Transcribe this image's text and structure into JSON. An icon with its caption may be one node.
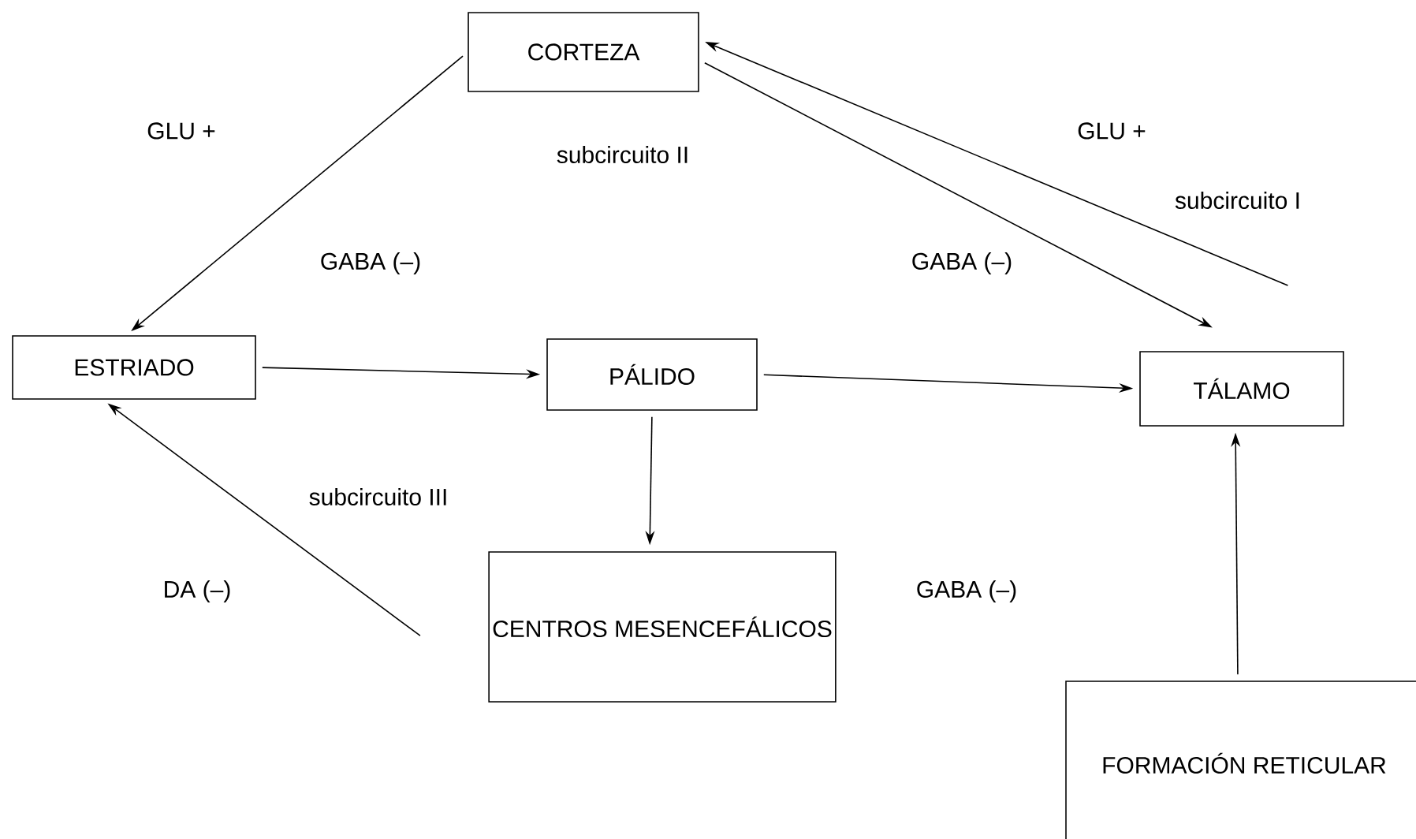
{
  "diagram": {
    "nodes": [
      {
        "text": [
          "CORTEZA"
        ]
      },
      {
        "text": [
          "ESTRIADO"
        ]
      },
      {
        "text": [
          "PÁLIDO"
        ]
      },
      {
        "text": [
          "TÁLAMO"
        ]
      },
      {
        "text": [
          "CENTROS MESENCEFÁLICOS"
        ]
      },
      {
        "text": [
          "FORMACIÓN RETICULAR"
        ]
      }
    ],
    "edges": [
      {
        "from": 0,
        "to": 1,
        "arrow": "to"
      },
      {
        "from": 3,
        "to": 0,
        "arrow": "to"
      },
      {
        "from": 0,
        "to": 3,
        "arrow": "to"
      },
      {
        "from": 1,
        "to": 2,
        "arrow": "to"
      },
      {
        "from": 2,
        "to": 3,
        "arrow": "to"
      },
      {
        "from": 2,
        "to": 4,
        "arrow": "to"
      },
      {
        "from": 4,
        "to": 1,
        "arrow": "to"
      },
      {
        "from": 5,
        "to": 3,
        "arrow": "to"
      }
    ],
    "labels": [
      "GLU +",
      "subcircuito II",
      "GLU +",
      "subcircuito I",
      "GABA (–)",
      "GABA (–)",
      "subcircuito III",
      "DA (–)",
      "GABA (–)"
    ]
  }
}
